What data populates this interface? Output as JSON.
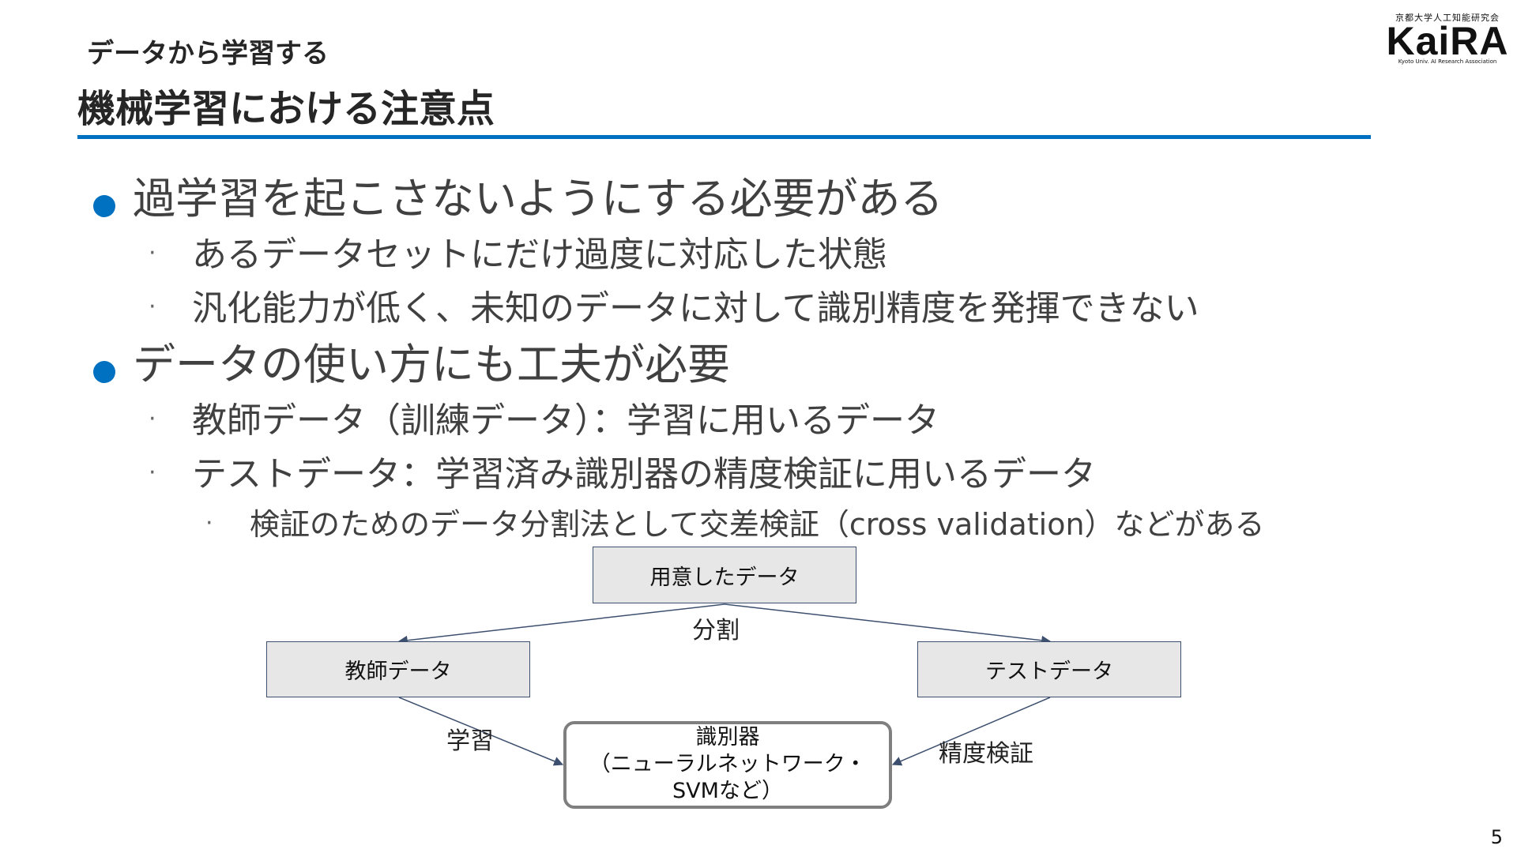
{
  "header": {
    "subtitle": "データから学習する",
    "title": "機械学習における注意点"
  },
  "logo": {
    "top": "京都大学人工知能研究会",
    "main": "KaiRA",
    "bottom": "Kyoto Univ. AI Research Association"
  },
  "bullets": [
    {
      "text": "過学習を起こさないようにする必要がある",
      "children": [
        {
          "text": "あるデータセットにだけ過度に対応した状態"
        },
        {
          "text": "汎化能力が低く、未知のデータに対して識別精度を発揮できない"
        }
      ]
    },
    {
      "text": "データの使い方にも工夫が必要",
      "children": [
        {
          "text": "教師データ（訓練データ）：学習に用いるデータ"
        },
        {
          "text": "テストデータ：学習済み識別器の精度検証に用いるデータ",
          "children": [
            {
              "text": "検証のためのデータ分割法として交差検証（cross validation）などがある"
            }
          ]
        }
      ]
    }
  ],
  "bullet_marker": "·",
  "diagram": {
    "nodes": {
      "prepared": "用意したデータ",
      "train": "教師データ",
      "test": "テストデータ",
      "classifier_line1": "識別器",
      "classifier_line2": "（ニューラルネットワーク・",
      "classifier_line3": "SVMなど）"
    },
    "edges": {
      "split": "分割",
      "learn": "学習",
      "verify": "精度検証"
    },
    "colors": {
      "box_fill": "#e7e7e7",
      "box_border": "#3d4f6e",
      "arrow": "#3d4f6e",
      "classifier_border": "#7f7f7f"
    }
  },
  "accent_color": "#0070c0",
  "page_number": "5"
}
